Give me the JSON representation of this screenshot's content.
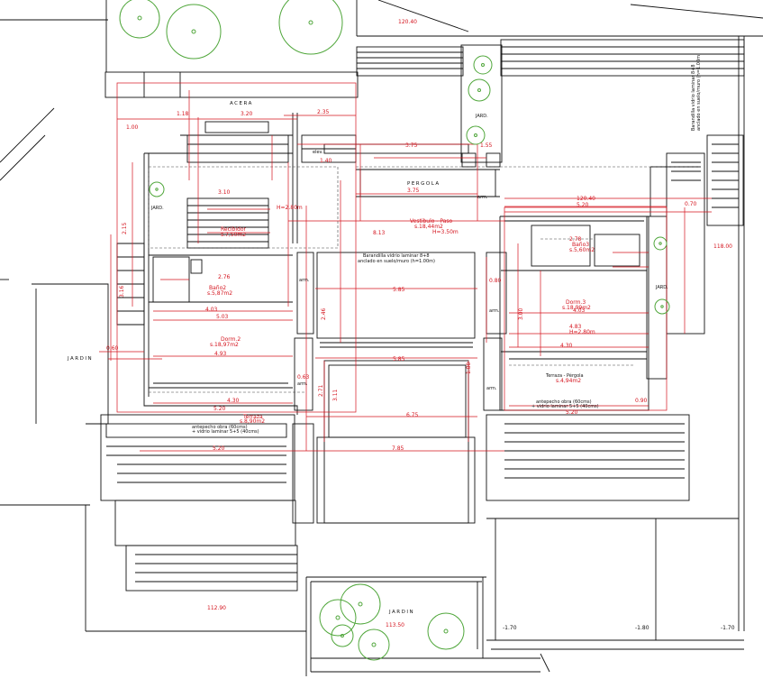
{
  "levels": {
    "top": "120.40",
    "right_top": "120.40",
    "right_mid": "118.00",
    "bottom_left": "112.90",
    "bottom_garden": "113.50",
    "bottom_minus_1": "-1.70",
    "bottom_minus_2": "-1.80",
    "bottom_minus_3": "-1.70"
  },
  "labels": {
    "acera": "ACERA",
    "pergola": "PERGOLA",
    "jardin_left": "JARDIN",
    "jardin_bottom": "JARDIN",
    "jard_top": "JARD.",
    "jard_right": "JARD.",
    "jard_left": "JARD.",
    "elev": "elev.",
    "arm1": "arm.",
    "arm2": "arm.",
    "arm3": "arm.",
    "arm4": "arm.",
    "arm5": "arm."
  },
  "rooms": {
    "vestibulo_name": "Vestibulo - Paso",
    "vestibulo_area": "s.18,44m2",
    "vestibulo_h": "H=3.50m",
    "bano2_name": "Baño2",
    "bano2_area": "s.5,87m2",
    "bano3_name": "Baño3",
    "bano3_area": "s.5,60m2",
    "dorm2_name": "Dorm.2",
    "dorm2_area": "s.18,97m2",
    "dorm3_name": "Dorm.3",
    "dorm3_area": "s.18,99m2",
    "dorm3_h": "H=2.80m",
    "terraza_l_name": "Terraza",
    "terraza_l_area": "s.8,90m2",
    "terraza_r_name": "Terraza - Pérgola",
    "terraza_r_area": "s.4,94m2",
    "recibidor_name": "Recibidor",
    "recibidor_area": "s.7,50m2",
    "h_280": "H=2.80m"
  },
  "notes": {
    "barandilla_center_1": "Barandilla vidrio laminar 8+8",
    "barandilla_center_2": "anclado en suelo/muro (h=1.00m)",
    "antepecho_left_1": "antepecho obra (60cms)",
    "antepecho_left_2": "+ vidrio laminar 5+5 (40cms)",
    "antepecho_right_1": "antepecho obra (60cms)",
    "antepecho_right_2": "+ vidrio laminar 5+5 (40cms)",
    "barandilla_right_1": "Barandilla vidrio laminar 8+8",
    "barandilla_right_2": "anclado en suelo/muro (h=1.00m)"
  },
  "dims": {
    "d_320": "3.20",
    "d_235": "2.35",
    "d_375a": "3.75",
    "d_375b": "3.75",
    "d_140": "1.40",
    "d_520a": "5.20",
    "d_310": "3.10",
    "d_813": "8.13",
    "d_585a": "5.85",
    "d_585b": "5.85",
    "d_403a": "4.03",
    "d_503": "5.03",
    "d_493": "4.93",
    "d_430a": "4.30",
    "d_520b": "5.20",
    "d_675": "6.75",
    "d_785": "7.85",
    "d_403b": "4.03",
    "d_483": "4.83",
    "d_430b": "4.30",
    "d_520c": "5.20",
    "d_520d": "5.20",
    "d_100": "1.00",
    "d_118": "1.18",
    "d_060": "0.60",
    "d_070": "0.70",
    "d_155": "1.55",
    "d_271": "2.71",
    "d_311": "3.11",
    "d_180": "1.80",
    "d_090": "0.90",
    "d_276": "2.76",
    "d_278": "2.78",
    "d_316": "3.16",
    "d_080": "0.80",
    "d_063": "0.63",
    "d_246": "2.46",
    "d_300": "3.00",
    "d_215": "2.15"
  }
}
